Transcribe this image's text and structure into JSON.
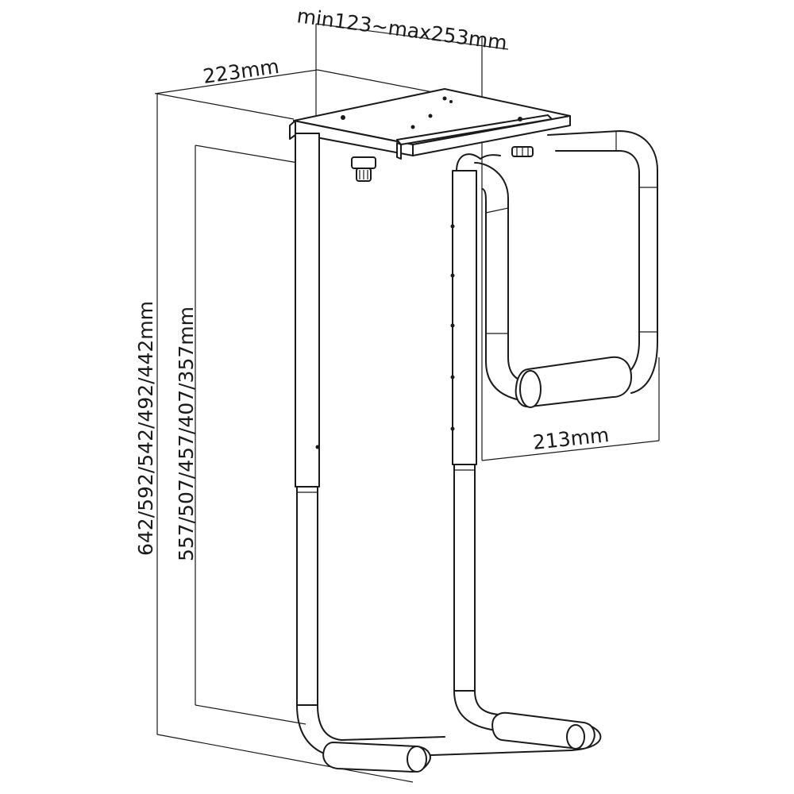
{
  "dimensions": {
    "top_width_range": "min123~max253mm",
    "depth": "223mm",
    "outer_height": "642/592/542/492/442mm",
    "inner_height": "557/507/457/407/357mm",
    "arm_width": "213mm"
  },
  "colors": {
    "line": "#1a1a1a",
    "background": "#ffffff"
  }
}
